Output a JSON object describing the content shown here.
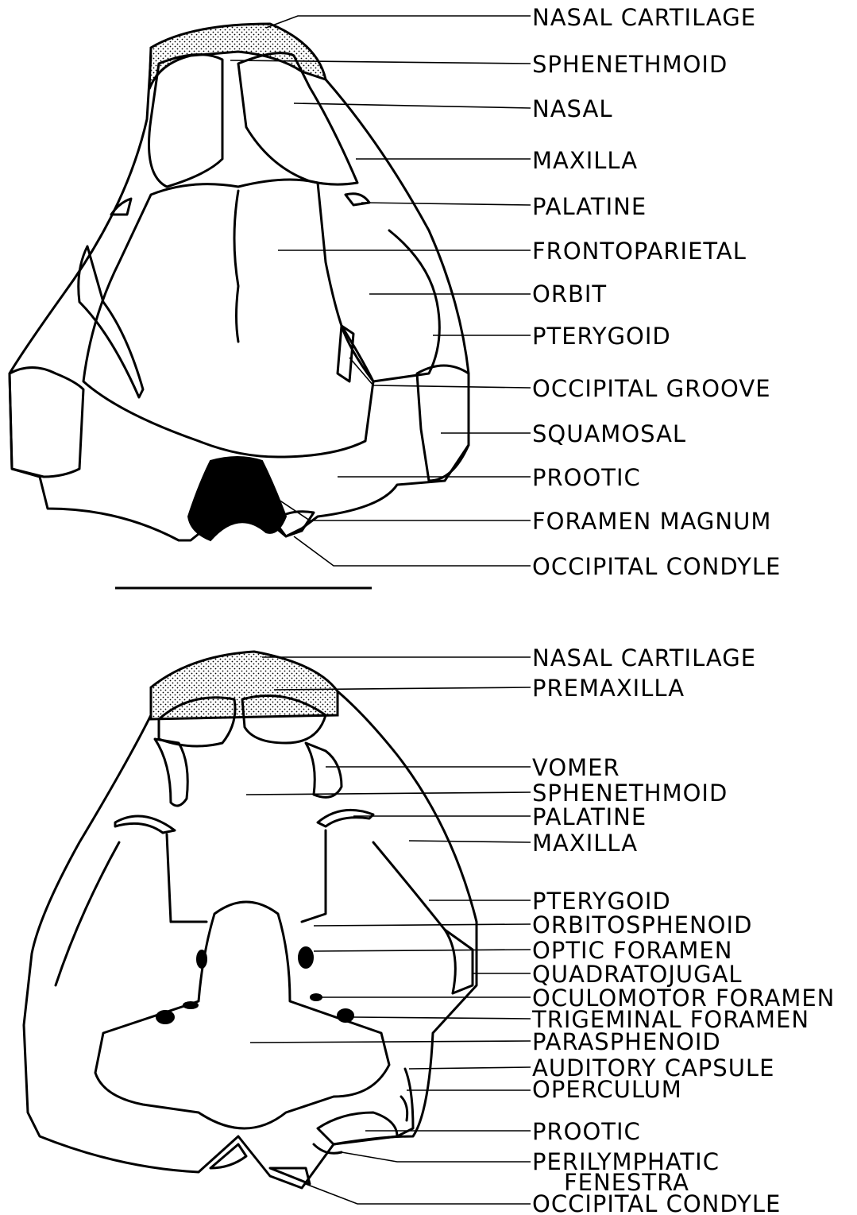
{
  "dorsal_view": {
    "labels": [
      "NASAL CARTILAGE",
      "SPHENETHMOID",
      "NASAL",
      "MAXILLA",
      "PALATINE",
      "FRONTOPARIETAL",
      "ORBIT",
      "PTERYGOID",
      "OCCIPITAL GROOVE",
      "SQUAMOSAL",
      "PROOTIC",
      "FORAMEN MAGNUM",
      "OCCIPITAL CONDYLE"
    ]
  },
  "ventral_view": {
    "labels": [
      "NASAL CARTILAGE",
      "PREMAXILLA",
      "VOMER",
      "SPHENETHMOID",
      "PALATINE",
      "MAXILLA",
      "PTERYGOID",
      "ORBITOSPHENOID",
      "OPTIC FORAMEN",
      "QUADRATOJUGAL",
      "OCULOMOTOR FORAMEN",
      "TRIGEMINAL FORAMEN",
      "PARASPHENOID",
      "AUDITORY CAPSULE",
      "OPERCULUM",
      "PROOTIC",
      "PERILYMPHATIC",
      "FENESTRA",
      "OCCIPITAL CONDYLE"
    ]
  },
  "colors": {
    "ink": "#000000",
    "paper": "#ffffff"
  }
}
